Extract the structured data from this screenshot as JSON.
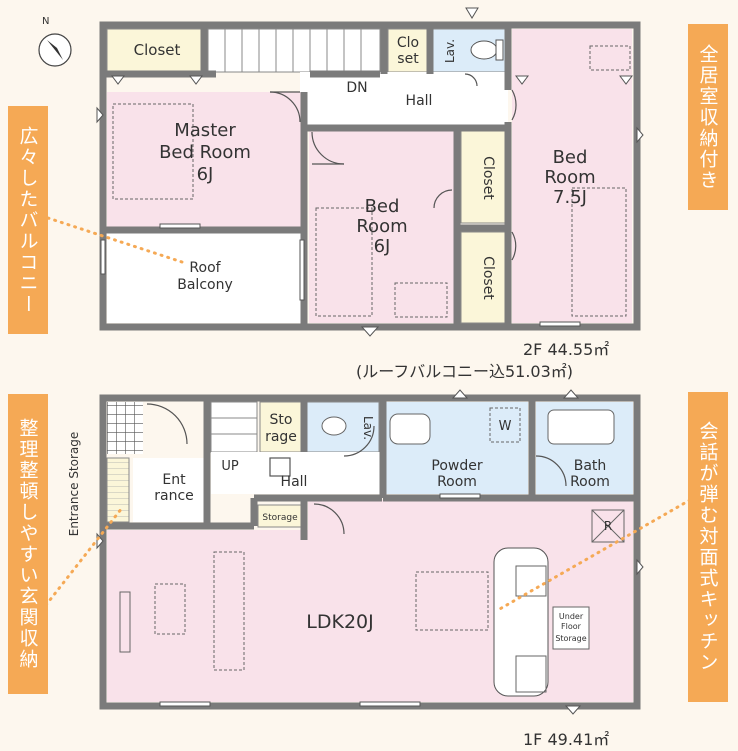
{
  "compass": {
    "north": "N"
  },
  "floor2": {
    "rooms": {
      "closet_a": "Closet",
      "closet_b": [
        "Clo",
        "set"
      ],
      "lav": "Lav.",
      "dn": "DN",
      "hall": "Hall",
      "master": [
        "Master",
        "Bed Room",
        "6J"
      ],
      "bed6": [
        "Bed",
        "Room",
        "6J"
      ],
      "bed75": [
        "Bed",
        "Room",
        "7.5J"
      ],
      "closet_v1": "Closet",
      "closet_v2": "Closet",
      "balcony": [
        "Roof",
        "Balcony"
      ]
    },
    "area_line1": "2F 44.55㎡",
    "area_line2": "(ルーフバルコニー込51.03㎡)"
  },
  "floor1": {
    "rooms": {
      "entrance_storage": "Entrance Storage",
      "entrance": [
        "Ent",
        "rance"
      ],
      "up": "UP",
      "storage": [
        "Sto",
        "rage"
      ],
      "hall": "Hall",
      "storage_small": "Storage",
      "lav": "Lav.",
      "washer": "W",
      "powder": [
        "Powder",
        "Room"
      ],
      "bath": [
        "Bath",
        "Room"
      ],
      "ldk": "LDK20J",
      "fridge": "R",
      "underfloor": [
        "Under",
        "Floor",
        "Storage"
      ]
    },
    "area_line1": "1F 49.41㎡"
  },
  "callouts": {
    "storage_all": "全居室収納付き",
    "balcony": "広々したバルコニー",
    "entrance": "整理整頓しやすい玄関収納",
    "kitchen": "会話が弾む対面式キッチン"
  },
  "colors": {
    "wall": "#7b7b7b",
    "pink": "#f9e2ea",
    "blue": "#dcecf9",
    "cream": "#fbf6d9",
    "orange": "#f5a955"
  }
}
